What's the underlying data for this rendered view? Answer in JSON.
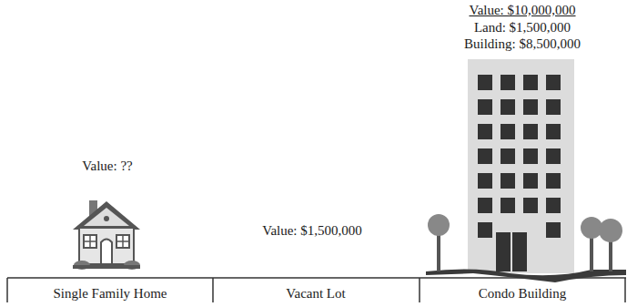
{
  "diagram": {
    "labels": [
      "Value: $10,000,000",
      "Land: $1,500,000",
      "Building: $8,500,000",
      "Value: ??",
      "Value: $1,500,000",
      "Single Family Home",
      "Vacant Lot",
      "Condo Building"
    ]
  }
}
